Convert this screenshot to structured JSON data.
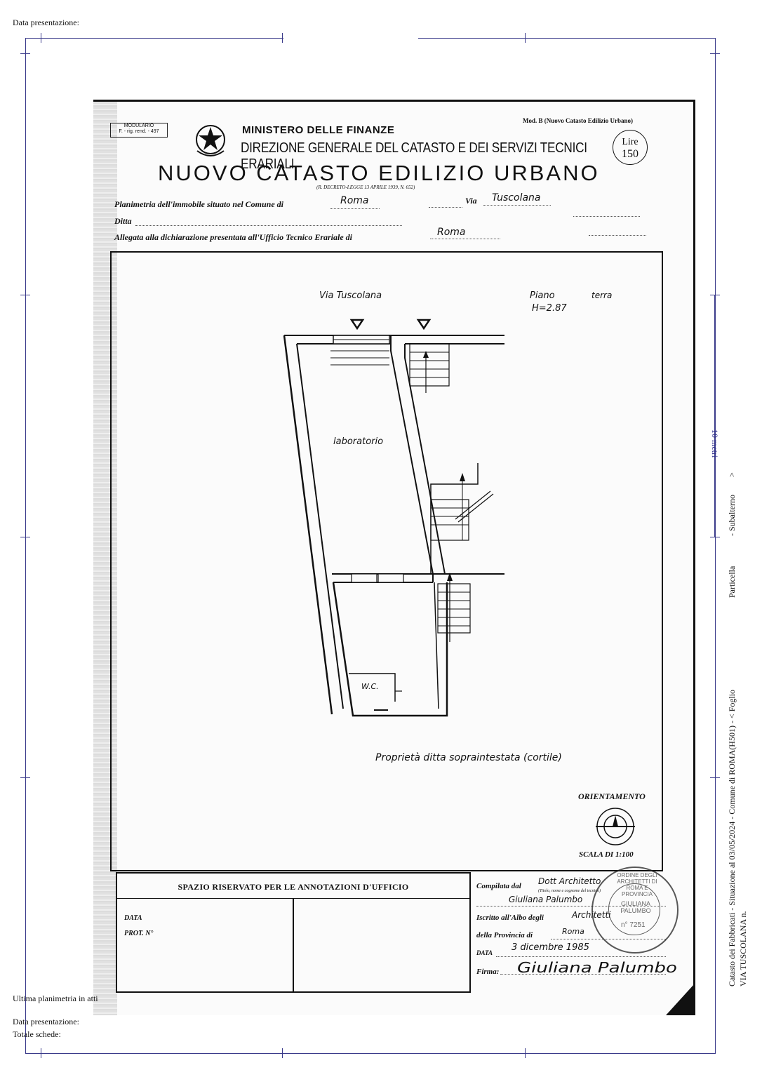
{
  "page_header": {
    "data_presentazione": "Data presentazione:"
  },
  "page_footer": {
    "ultima": "Ultima planimetria in atti",
    "data_presentazione": "Data presentazione:",
    "totale_schede": "Totale schede:"
  },
  "side": {
    "catasto": "Catasto dei Fabbricati - Situazione al 03/05/2024 - Comune di ROMA(H501) - < Foglio",
    "particella": "Particella",
    "subalterno": "- Subalterno",
    "chev": ">",
    "address": "VIA TUSCOLANA n.",
    "scale": "10 metri"
  },
  "sheet": {
    "modulario": "MODULARIO\nF. - rig. rend. - 497",
    "mod_b": "Mod. B (Nuovo Catasto Edilizio Urbano)",
    "ministry": "MINISTERO DELLE FINANZE",
    "direzione": "DIREZIONE GENERALE DEL CATASTO E DEI SERVIZI TECNICI ERARIALI",
    "nuovo_catasto": "NUOVO CATASTO EDILIZIO URBANO",
    "decreto": "(R. DECRETO-LEGGE 13 APRILE 1939, N. 652)",
    "lire": "Lire",
    "lire_value": "150",
    "planimetria_label": "Planimetria dell'immobile situato nel Comune di",
    "comune": "Roma",
    "via_label": "Via",
    "via": "Tuscolana",
    "ditta_label": "Ditta",
    "allegata_label": "Allegata alla dichiarazione presentata all'Ufficio Tecnico Erariale di",
    "ufficio": "Roma"
  },
  "plan": {
    "street": "Via Tuscolana",
    "piano": "Piano",
    "piano_value": "terra",
    "height": "H=2.87",
    "room1": "laboratorio",
    "room2": "W.C.",
    "proprieta": "Proprietà ditta sopraintestata (cortile)",
    "orientamento": "ORIENTAMENTO",
    "scala": "SCALA DI 1:100"
  },
  "office": {
    "title": "SPAZIO RISERVATO PER LE ANNOTAZIONI D'UFFICIO",
    "data": "DATA",
    "prot": "PROT. N°"
  },
  "compilata": {
    "label": "Compilata dal",
    "by": "Dott Architetto",
    "subnote": "(Titolo, nome e cognome del tecnico)",
    "name": "Giuliana Palumbo",
    "iscritto_label": "Iscritto all'Albo degli",
    "iscritto": "Architetti",
    "provincia_label": "della Provincia di",
    "provincia": "Roma",
    "data_label": "DATA",
    "data": "3 dicembre 1985",
    "firma_label": "Firma:",
    "firma": "Giuliana Palumbo"
  },
  "stamp": {
    "ring": "ORDINE DEGLI ARCHITETTI DI ROMA E PROVINCIA",
    "center": "GIULIANA PALUMBO",
    "number": "n° 7251"
  }
}
